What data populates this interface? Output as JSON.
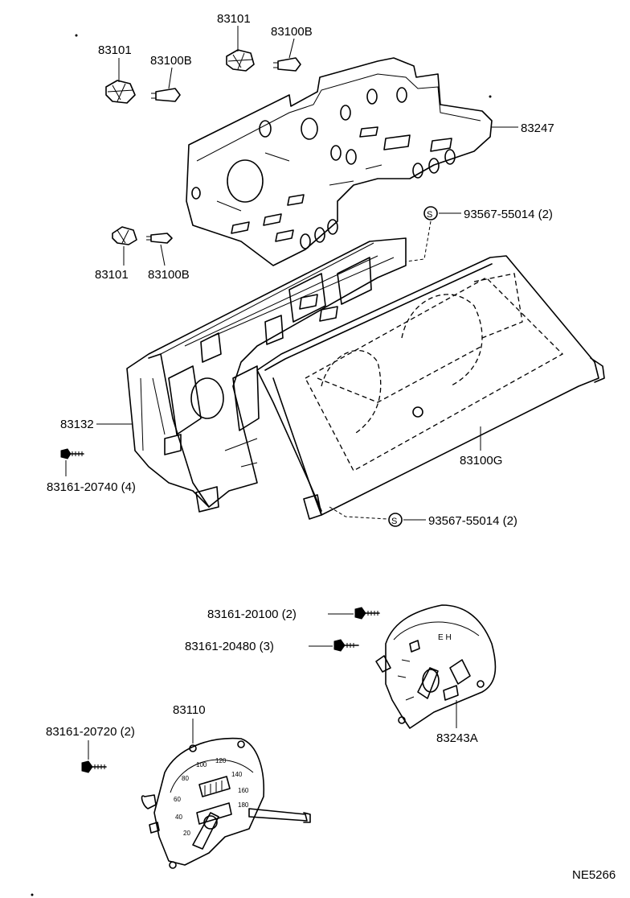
{
  "labels": {
    "plate_83247": "83247",
    "socket_top": "83101",
    "bulb_top": "83100B",
    "socket_left": "83101",
    "bulb_left": "83100B",
    "socket_mid": "83101",
    "bulb_mid": "83100B",
    "clip_upper": "93567-55014 (2)",
    "housing_83132": "83132",
    "screw_20740": "83161-20740 (4)",
    "glass_83100g": "83100G",
    "clip_lower": "93567-55014 (2)",
    "screw_20100": "83161-20100 (2)",
    "screw_20480": "83161-20480 (3)",
    "gauge_83243a": "83243A",
    "speedo_83110": "83110",
    "screw_20720": "83161-20720 (2)",
    "figure_code": "NE5266"
  },
  "speedometer_scale": [
    "20",
    "40",
    "60",
    "80",
    "100",
    "120",
    "140",
    "160",
    "180"
  ],
  "clip_symbol": "S",
  "icons": [
    "bulb-socket-icon",
    "wedge-bulb-icon",
    "tapping-screw-icon",
    "clip-symbol-icon"
  ]
}
